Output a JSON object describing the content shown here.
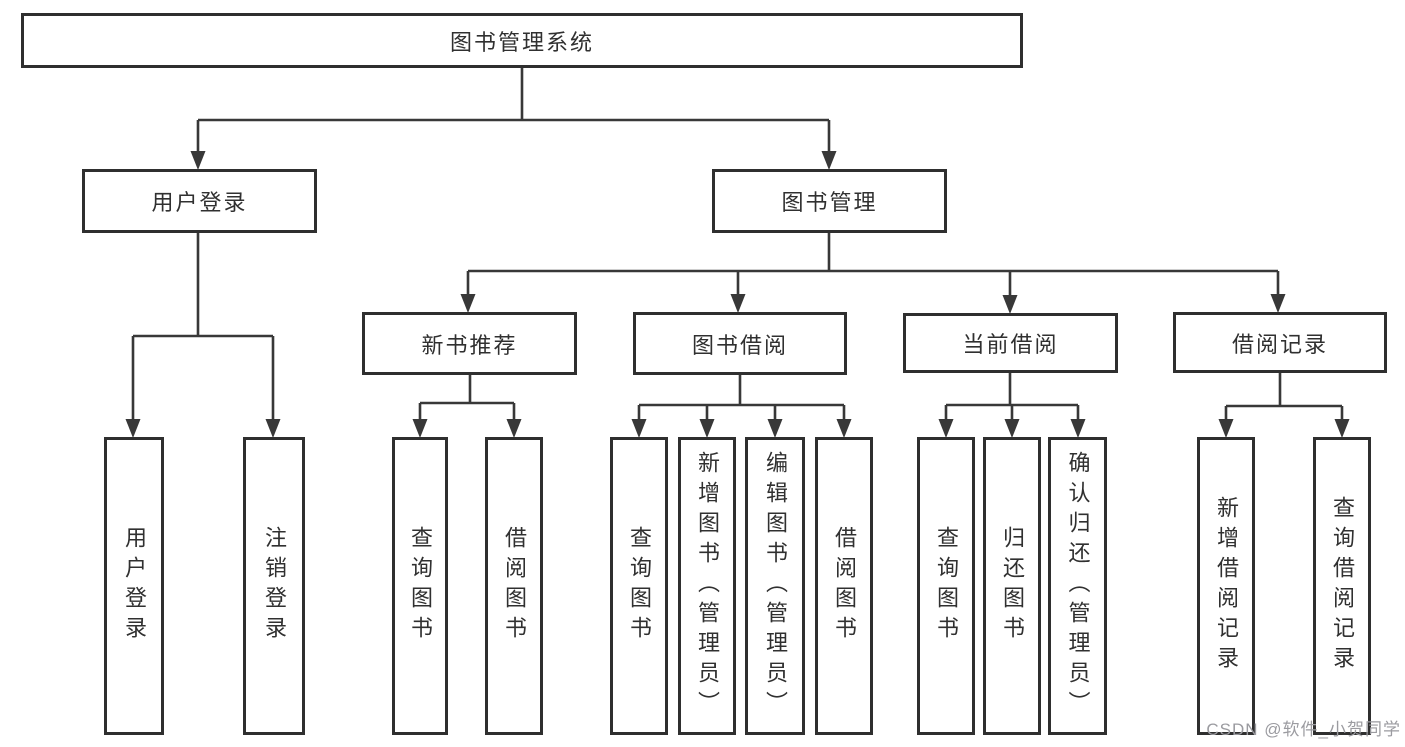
{
  "diagram_title": "图书管理系统",
  "nodes": {
    "root": "图书管理系统",
    "userLogin": "用户登录",
    "bookManagement": "图书管理",
    "newBookRecommend": "新书推荐",
    "bookBorrow": "图书借阅",
    "currentBorrow": "当前借阅",
    "borrowRecords": "借阅记录",
    "leafUserLogin": "用户登录",
    "leafLogout": "注销登录",
    "leafQueryBookRec": "查询图书",
    "leafBorrowBookRec": "借阅图书",
    "leafQueryBookBorrow": "查询图书",
    "leafAddBookAdmin": "新增图书（管理员）",
    "leafEditBookAdmin": "编辑图书（管理员）",
    "leafBorrowBook": "借阅图书",
    "leafQueryBookCurrent": "查询图书",
    "leafReturnBook": "归还图书",
    "leafConfirmReturnAdmin": "确认归还（管理员）",
    "leafAddBorrowRecord": "新增借阅记录",
    "leafQueryBorrowRecord": "查询借阅记录"
  },
  "watermark": "CSDN @软件_小贺同学",
  "colors": {
    "line": "#383838",
    "border": "#2f2f2f",
    "text": "#303030",
    "background": "#ffffff",
    "watermark": "#9b9ba0"
  }
}
